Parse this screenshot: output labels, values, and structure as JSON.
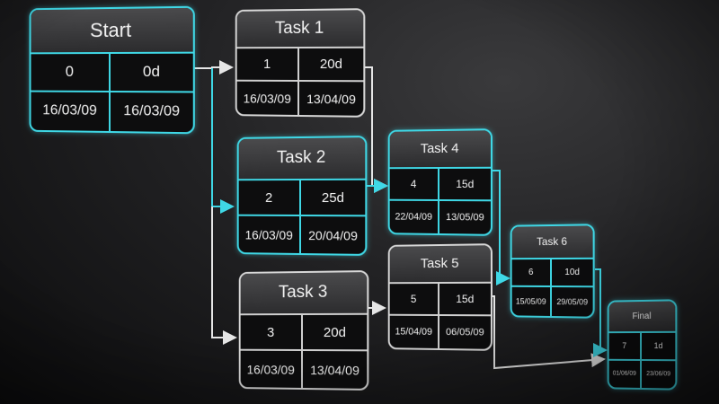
{
  "nodes": [
    {
      "title": "Start",
      "id": "0",
      "duration": "0d",
      "start": "16/03/09",
      "end": "16/03/09",
      "critical": true
    },
    {
      "title": "Task 1",
      "id": "1",
      "duration": "20d",
      "start": "16/03/09",
      "end": "13/04/09",
      "critical": false
    },
    {
      "title": "Task 2",
      "id": "2",
      "duration": "25d",
      "start": "16/03/09",
      "end": "20/04/09",
      "critical": true
    },
    {
      "title": "Task 3",
      "id": "3",
      "duration": "20d",
      "start": "16/03/09",
      "end": "13/04/09",
      "critical": false
    },
    {
      "title": "Task 4",
      "id": "4",
      "duration": "15d",
      "start": "22/04/09",
      "end": "13/05/09",
      "critical": true
    },
    {
      "title": "Task 5",
      "id": "5",
      "duration": "15d",
      "start": "15/04/09",
      "end": "06/05/09",
      "critical": false
    },
    {
      "title": "Task 6",
      "id": "6",
      "duration": "10d",
      "start": "15/05/09",
      "end": "29/05/09",
      "critical": true
    },
    {
      "title": "Final",
      "id": "7",
      "duration": "1d",
      "start": "01/06/09",
      "end": "23/06/09",
      "critical": true
    }
  ],
  "colors": {
    "critical": "#3fd8e6",
    "normal": "#d8d8d8",
    "background": "#1a1a1c"
  }
}
